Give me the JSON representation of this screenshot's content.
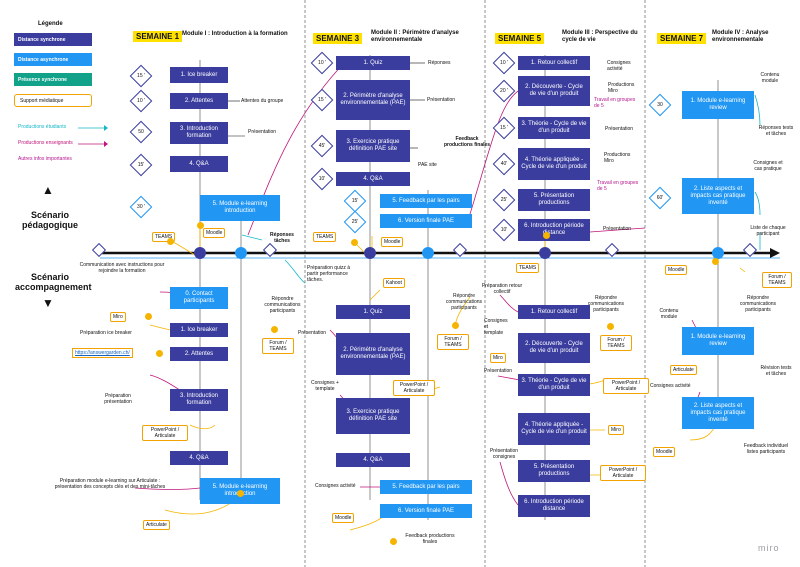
{
  "legend": {
    "title": "Légende",
    "items": [
      "Distance synchrone",
      "Distance asynchrone",
      "Présence synchrone",
      "Support médiatique"
    ],
    "arrows": [
      "Productions étudiants",
      "Productions enseignants",
      "Autres infos importantes"
    ]
  },
  "side": {
    "peda": "Scénario\npédagogique",
    "acc": "Scénario\naccompagnement"
  },
  "weeks": [
    "SEMAINE 1",
    "SEMAINE 3",
    "SEMAINE 5",
    "SEMAINE 7"
  ],
  "modules": [
    "Module I : Introduction à la formation",
    "Module II : Périmètre d'analyse environnementale",
    "Module III : Perspective du cycle de vie",
    "Module IV : Analyse environnementale"
  ],
  "w1": {
    "top": [
      "1. Ice breaker",
      "2. Attentes",
      "3. Introduction formation",
      "4. Q&A",
      "5. Module e-learning introduction"
    ],
    "top_dur": [
      "15 '",
      "10 '",
      "50",
      "15'",
      "30 '"
    ],
    "top_notes": [
      "Attentes du groupe",
      "Présentation",
      "Réponses tâches"
    ],
    "bot": [
      "0. Contact participants",
      "1. Ice breaker",
      "2. Attentes",
      "3. Introduction formation",
      "4. Q&A",
      "5. Module e-learning introduction"
    ],
    "bot_notes": [
      "Communication avec instructions pour rejoindre la formation",
      "Préparation ice breaker",
      "Préparation présentation",
      "Préparation module e-learning sur Articulate : présentation des concepts clés et des mini-tâches",
      "Répondre communications participants"
    ],
    "tools": [
      "TEAMS",
      "Moodle",
      "Miro",
      "PowerPoint / Articulate",
      "Articulate",
      "Forum / TEAMS"
    ],
    "link": "https://answergarden.ch/"
  },
  "w3": {
    "top": [
      "1. Quiz",
      "2. Périmètre d'analyse environnementale (PAE)",
      "3. Exercice pratique définition PAE site",
      "4. Q&A",
      "5. Feedback par les pairs",
      "6. Version finale PAE"
    ],
    "top_dur": [
      "10 '",
      "15 '",
      "45'",
      "10'",
      "15'",
      "25'"
    ],
    "top_notes": [
      "Réponses",
      "Présentation",
      "PAE site",
      "Feedback productions finales"
    ],
    "bot": [
      "1. Quiz",
      "2. Périmètre d'analyse environnementale (PAE)",
      "3. Exercice pratique définition PAE site",
      "4. Q&A",
      "5. Feedback par les pairs",
      "6. Version finale PAE"
    ],
    "bot_notes": [
      "Préparation quizz à partir performance tâches.",
      "Présentation",
      "Consignes + template",
      "Consignes activité",
      "Feedback productions finales",
      "Répondre communications participants"
    ],
    "tools": [
      "TEAMS",
      "Kahoot",
      "PowerPoint / Articulate",
      "Moodle",
      "Forum / TEAMS"
    ]
  },
  "w5": {
    "top": [
      "1. Retour collectif",
      "2. Découverte - Cycle de vie d'un produit",
      "3. Théorie - Cycle de vie d'un produit",
      "4. Théorie appliquée - Cycle de vie d'un produit",
      "5. Présentation productions",
      "6. Introduction période distance"
    ],
    "top_dur": [
      "10 '",
      "20 '",
      "15 '",
      "40'",
      "25'",
      "10'"
    ],
    "top_notes": [
      "Consignes activité",
      "Productions Miro",
      "Travail en groupes de 5",
      "Présentation",
      "Productions Miro",
      "Travail en groupes de 5",
      "Présentation"
    ],
    "bot": [
      "1. Retour collectif",
      "2. Découverte - Cycle de vie d'un produit",
      "3. Théorie - Cycle de vie d'un produit",
      "4. Théorie appliquée - Cycle de vie d'un produit",
      "5. Présentation productions",
      "6. Introduction période distance"
    ],
    "bot_notes": [
      "Préparation retour collectif",
      "Consignes et template",
      "Présentation",
      "Présentation consignes",
      "Répondre communications participants"
    ],
    "tools": [
      "TEAMS",
      "Miro",
      "PowerPoint / Articulate",
      "Miro",
      "PowerPoint / Articulate",
      "Forum / TEAMS"
    ]
  },
  "w7": {
    "top": [
      "1. Module e-learning review",
      "2. Liste aspects et impacts cas pratique inventé"
    ],
    "top_dur": [
      "30",
      "60'"
    ],
    "top_notes": [
      "Contenu module",
      "Réponses tests et tâches",
      "Consignes et cas pratique",
      "Liste de chaque participant"
    ],
    "bot": [
      "1. Module e-learning review",
      "2. Liste aspects et impacts cas pratique inventé"
    ],
    "bot_notes": [
      "Contenu module",
      "Révision tests et tâches",
      "Consignes activité",
      "Feedback individuel listes participants",
      "Répondre communications participants"
    ],
    "tools": [
      "Moodle",
      "Articulate",
      "Moodle",
      "Forum / TEAMS"
    ]
  },
  "brand": "miro"
}
